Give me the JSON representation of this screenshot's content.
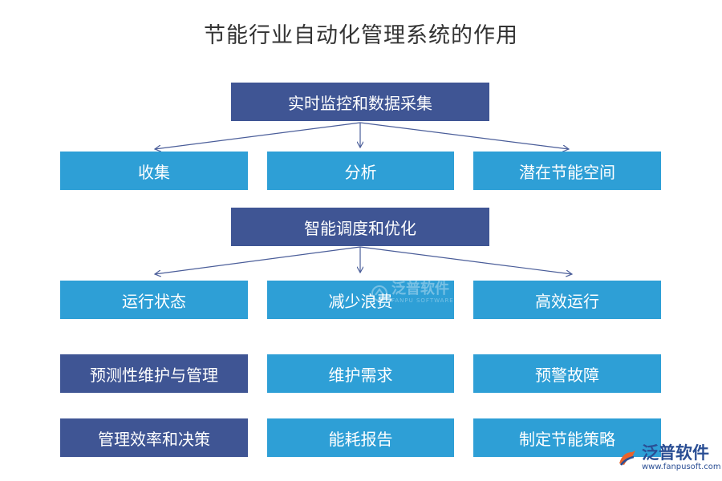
{
  "title": "节能行业自动化管理系统的作用",
  "colors": {
    "dark_box": "#3f5594",
    "light_box": "#2e9fd6",
    "arrow": "#4a5d99"
  },
  "sections": [
    {
      "header": "实时监控和数据采集",
      "items": [
        "收集",
        "分析",
        "潜在节能空间"
      ]
    },
    {
      "header": "智能调度和优化",
      "items": [
        "运行状态",
        "减少浪费",
        "高效运行"
      ]
    }
  ],
  "rows": [
    {
      "header": "预测性维护与管理",
      "items": [
        "维护需求",
        "预警故障"
      ]
    },
    {
      "header": "管理效率和决策",
      "items": [
        "能耗报告",
        "制定节能策略"
      ]
    }
  ],
  "watermark": {
    "center_cn": "泛普软件",
    "center_en": "FANPU SOFTWARE",
    "logo_cn": "泛普软件",
    "logo_url": "www.fanpusoft.com"
  }
}
